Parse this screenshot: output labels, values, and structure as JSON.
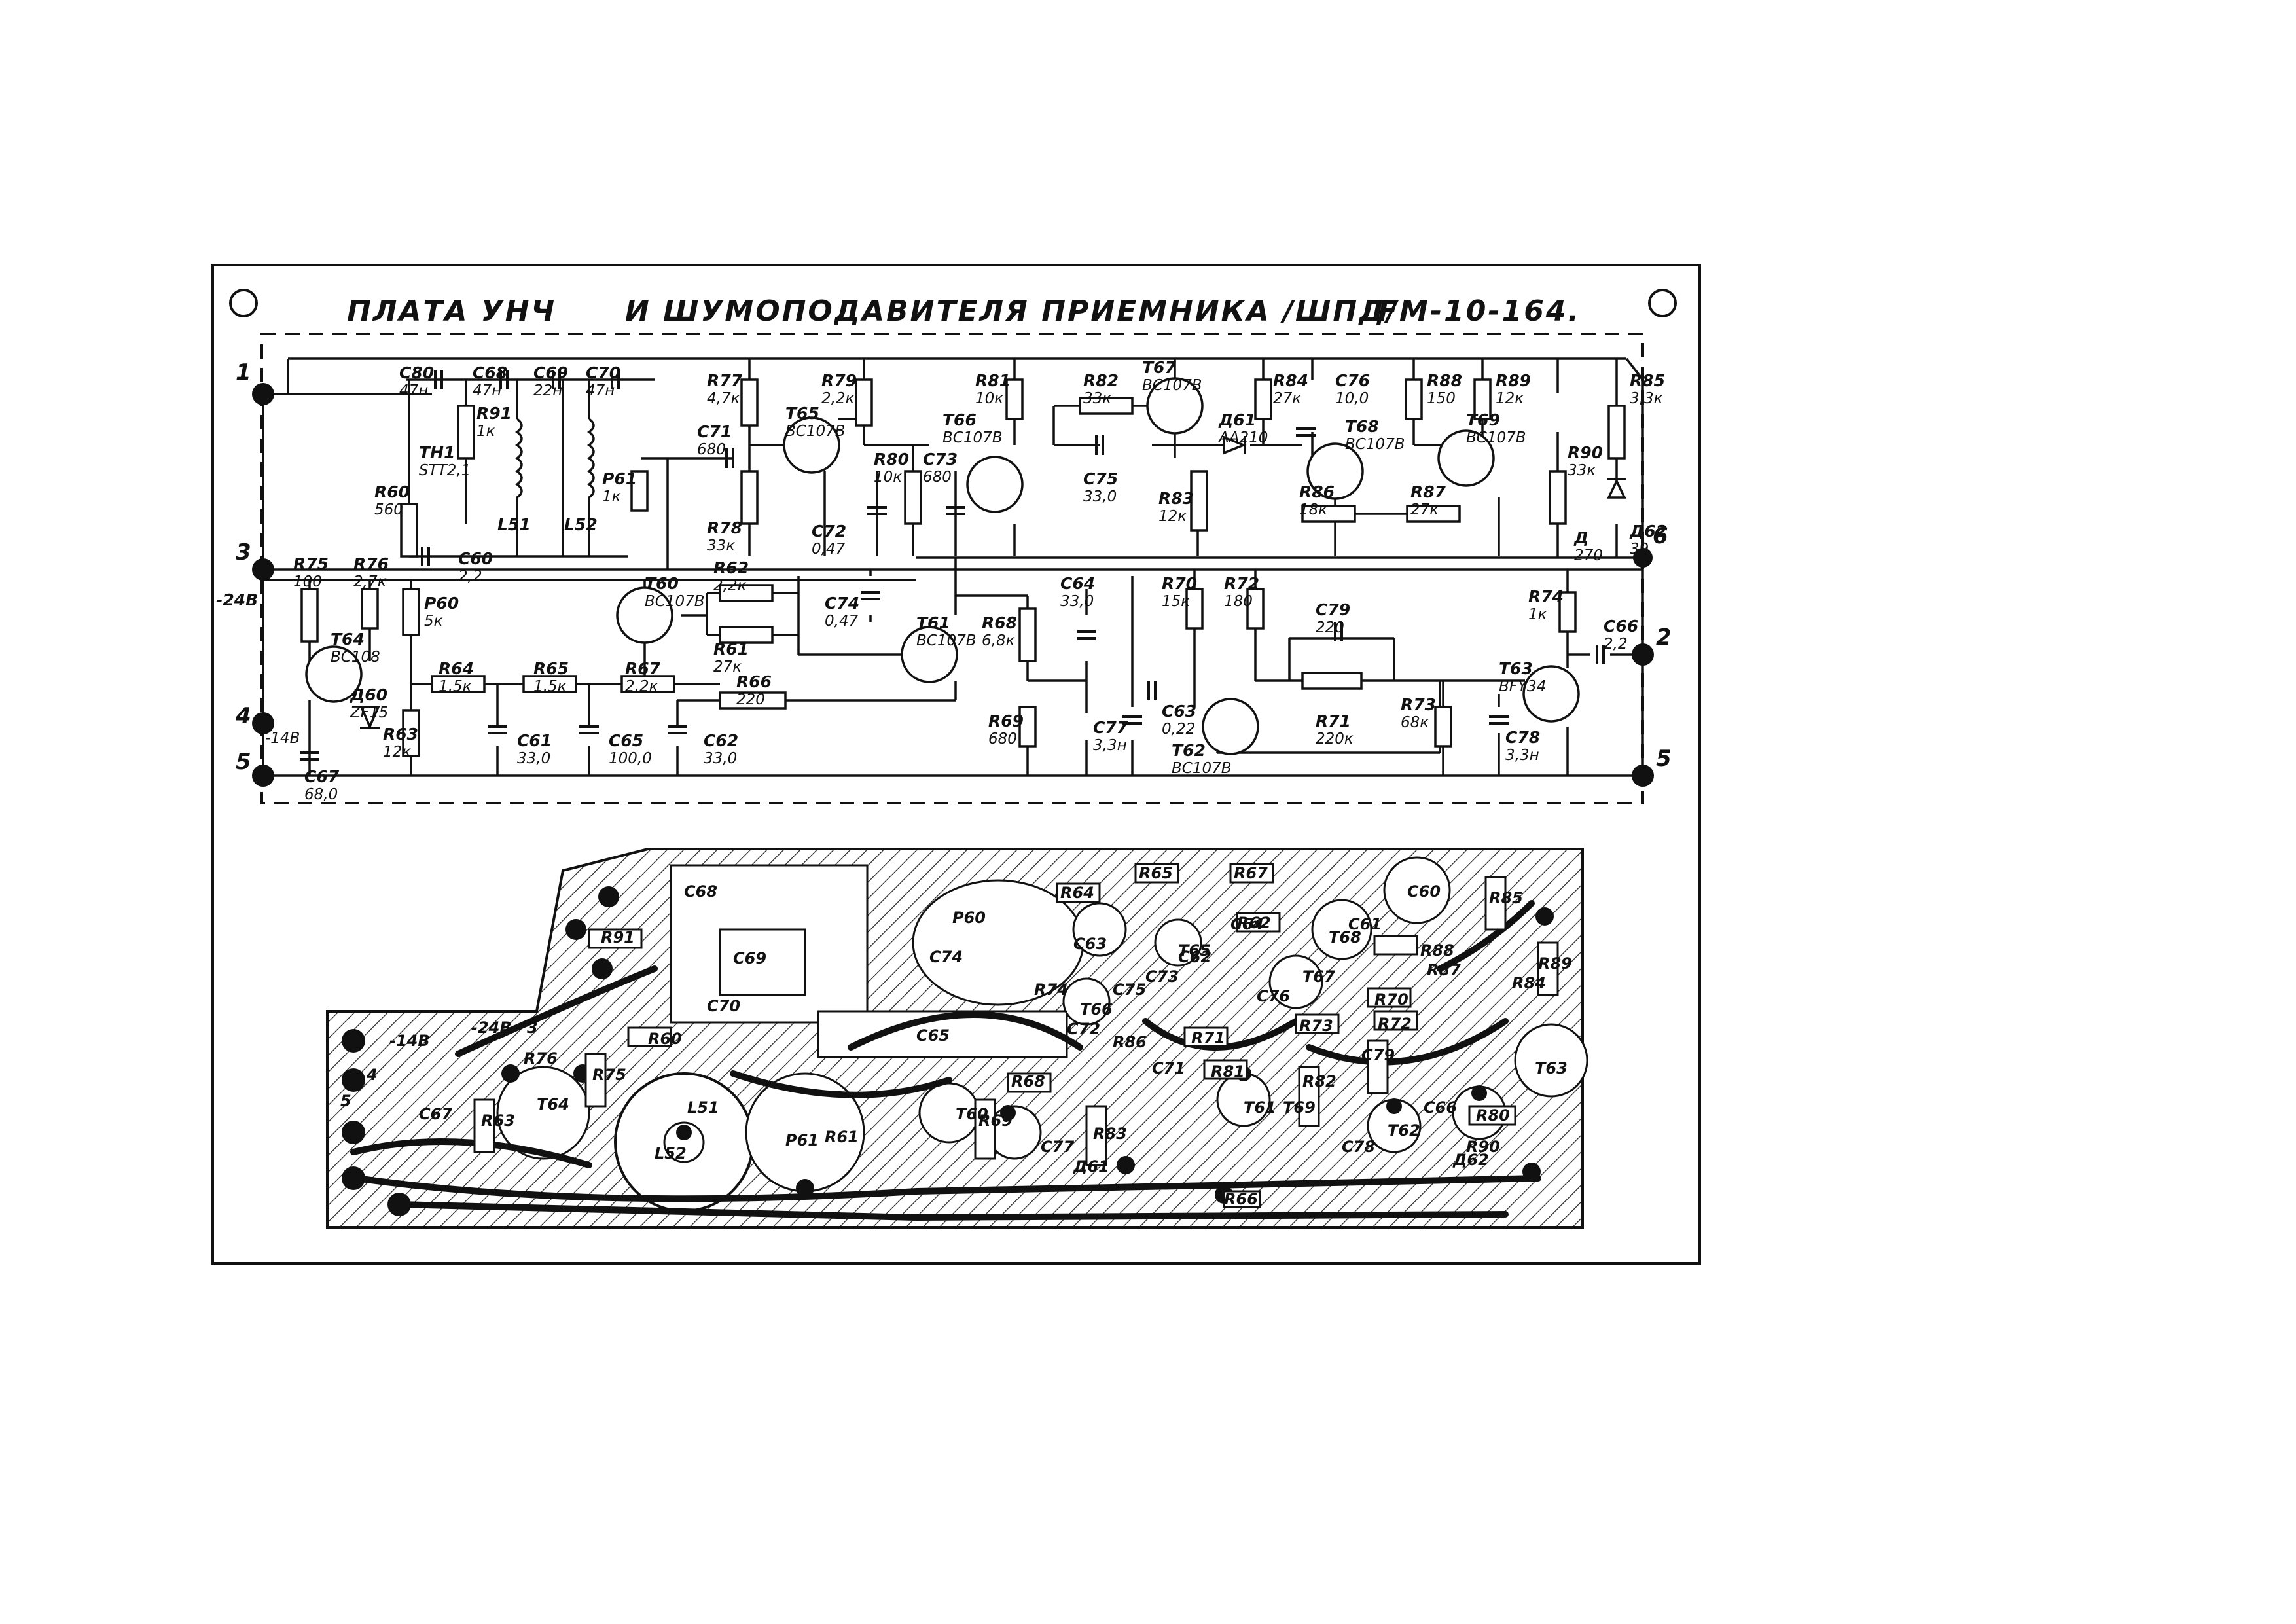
{
  "title": {
    "part1": "ПЛАТА УНЧ",
    "part2": "И ШУМОПОДАВИТЕЛЯ ПРИЕМНИКА /ШПД/",
    "part3": "FM-10-164."
  },
  "pins": {
    "p1": "1",
    "p2": "2",
    "p3": "3",
    "p4": "4",
    "p5_left": "5",
    "p5_right": "5",
    "p6": "6"
  },
  "supply": {
    "v24": "-24В",
    "v14": "-14В"
  },
  "components": [
    {
      "ref": "C80",
      "value": "47н"
    },
    {
      "ref": "C68",
      "value": "47н"
    },
    {
      "ref": "C69",
      "value": "22н"
    },
    {
      "ref": "C70",
      "value": "47н"
    },
    {
      "ref": "TН1",
      "value": "STT2,1"
    },
    {
      "ref": "R91",
      "value": "1к"
    },
    {
      "ref": "R60",
      "value": "560"
    },
    {
      "ref": "L51",
      "value": ""
    },
    {
      "ref": "L52",
      "value": ""
    },
    {
      "ref": "P61",
      "value": "1к"
    },
    {
      "ref": "C60",
      "value": "2,2"
    },
    {
      "ref": "R77",
      "value": "4,7к"
    },
    {
      "ref": "C71",
      "value": "680"
    },
    {
      "ref": "R78",
      "value": "33к"
    },
    {
      "ref": "T65",
      "value": "BC107B"
    },
    {
      "ref": "R79",
      "value": "2,2к"
    },
    {
      "ref": "R80",
      "value": "10к"
    },
    {
      "ref": "C72",
      "value": "0,47"
    },
    {
      "ref": "C73",
      "value": "680"
    },
    {
      "ref": "R81",
      "value": "10к"
    },
    {
      "ref": "T66",
      "value": "BC107B"
    },
    {
      "ref": "R82",
      "value": "33к"
    },
    {
      "ref": "C75",
      "value": "33,0"
    },
    {
      "ref": "T67",
      "value": "BC107B"
    },
    {
      "ref": "R83",
      "value": "12к"
    },
    {
      "ref": "R84",
      "value": "27к"
    },
    {
      "ref": "Д61",
      "value": "AA210"
    },
    {
      "ref": "C76",
      "value": "10,0"
    },
    {
      "ref": "T68",
      "value": "BC107B"
    },
    {
      "ref": "R86",
      "value": "18к"
    },
    {
      "ref": "R88",
      "value": "150"
    },
    {
      "ref": "R87",
      "value": "27к"
    },
    {
      "ref": "T69",
      "value": "BC107B"
    },
    {
      "ref": "R89",
      "value": "12к"
    },
    {
      "ref": "R90",
      "value": "33к"
    },
    {
      "ref": "R85",
      "value": "3,3к"
    },
    {
      "ref": "Д62",
      "value": "39"
    },
    {
      "ref": "Д",
      "value": "270"
    },
    {
      "ref": "R75",
      "value": "100"
    },
    {
      "ref": "R76",
      "value": "2,7к"
    },
    {
      "ref": "T64",
      "value": "BC108"
    },
    {
      "ref": "P60",
      "value": "5к"
    },
    {
      "ref": "T60",
      "value": "BC107B"
    },
    {
      "ref": "R62",
      "value": "2,2к"
    },
    {
      "ref": "R61",
      "value": "27к"
    },
    {
      "ref": "C74",
      "value": "0,47"
    },
    {
      "ref": "T61",
      "value": "BC107B"
    },
    {
      "ref": "R68",
      "value": "6,8к"
    },
    {
      "ref": "R69",
      "value": "680"
    },
    {
      "ref": "C64",
      "value": "33,0"
    },
    {
      "ref": "C77",
      "value": "3,3н"
    },
    {
      "ref": "R70",
      "value": "15к"
    },
    {
      "ref": "R72",
      "value": "180"
    },
    {
      "ref": "C63",
      "value": "0,22"
    },
    {
      "ref": "T62",
      "value": "BC107B"
    },
    {
      "ref": "C79",
      "value": "220"
    },
    {
      "ref": "R71",
      "value": "220к"
    },
    {
      "ref": "R73",
      "value": "68к"
    },
    {
      "ref": "C78",
      "value": "3,3н"
    },
    {
      "ref": "R74",
      "value": "1к"
    },
    {
      "ref": "T63",
      "value": "BFY34"
    },
    {
      "ref": "C66",
      "value": "2,2"
    },
    {
      "ref": "R64",
      "value": "1,5к"
    },
    {
      "ref": "R65",
      "value": "1,5к"
    },
    {
      "ref": "R67",
      "value": "2,2к"
    },
    {
      "ref": "R66",
      "value": "220"
    },
    {
      "ref": "R63",
      "value": "12к"
    },
    {
      "ref": "C61",
      "value": "33,0"
    },
    {
      "ref": "C65",
      "value": "100,0"
    },
    {
      "ref": "C62",
      "value": "33,0"
    },
    {
      "ref": "C67",
      "value": "68,0"
    },
    {
      "ref": "Д60",
      "value": "ZF15"
    }
  ],
  "pcb_labels": [
    "C68",
    "C69",
    "R91",
    "C70",
    "R60",
    "P60",
    "R64",
    "R65",
    "R67",
    "C65",
    "C64",
    "R61",
    "C62",
    "C63",
    "C61",
    "L52",
    "L51",
    "T64",
    "R76",
    "R75",
    "C67",
    "R66",
    "R62",
    "R63",
    "R68",
    "R69",
    "R70",
    "R71",
    "R72",
    "R73",
    "R74",
    "R80",
    "R81",
    "R82",
    "R83",
    "R84",
    "R85",
    "R86",
    "R87",
    "R88",
    "R89",
    "R90",
    "C66",
    "C60",
    "C71",
    "C72",
    "C73",
    "C74",
    "C75",
    "C76",
    "C77",
    "C78",
    "C79",
    "P61",
    "T63",
    "T60",
    "T61",
    "T62",
    "T65",
    "T66",
    "T67",
    "T68",
    "T69",
    "Д61",
    "Д62"
  ],
  "pcb_supply": {
    "v24": "-24В",
    "v14": "-14В",
    "pin3": "3",
    "pin5": "5",
    "pin4": "4"
  }
}
